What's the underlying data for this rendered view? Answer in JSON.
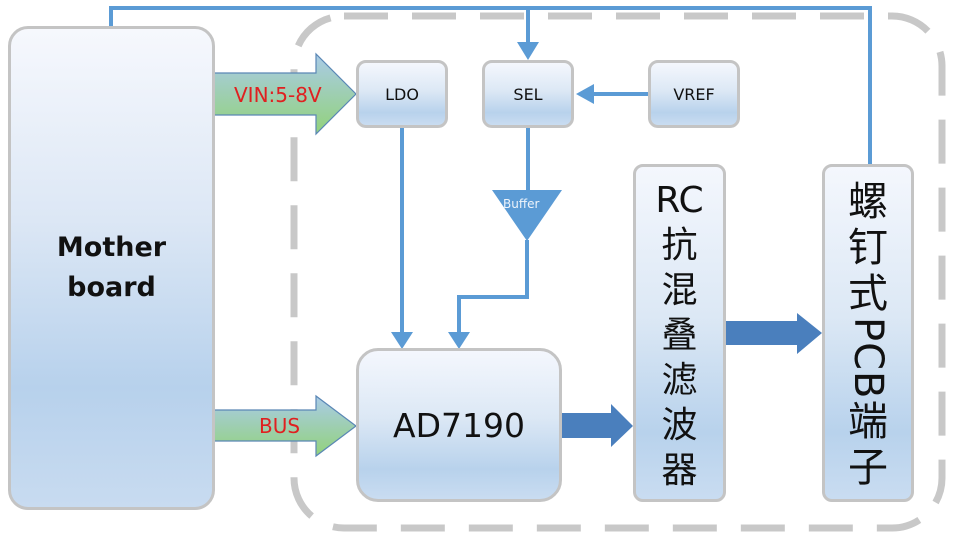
{
  "diagram": {
    "blocks": {
      "motherboard": {
        "line1": "Mother",
        "line2": "board"
      },
      "ldo": "LDO",
      "sel": "SEL",
      "vref": "VREF",
      "buffer": "Buffer",
      "adc": "AD7190",
      "filter": {
        "chars": [
          "RC",
          "抗",
          "混",
          "叠",
          "滤",
          "波",
          "器"
        ]
      },
      "terminal": {
        "top": [
          "螺",
          "钉",
          "式"
        ],
        "rotated": "PCB",
        "bottom": [
          "端",
          "子"
        ]
      }
    },
    "connections": {
      "power": "VIN:5-8V",
      "bus": "BUS"
    },
    "colors": {
      "line_blue": "#5b9bd5",
      "thick_arrow_blue": "#4a7fbd",
      "label_red": "#e02020",
      "dashed_border": "#c8c8c8",
      "block_border": "#c4c4c4"
    }
  }
}
